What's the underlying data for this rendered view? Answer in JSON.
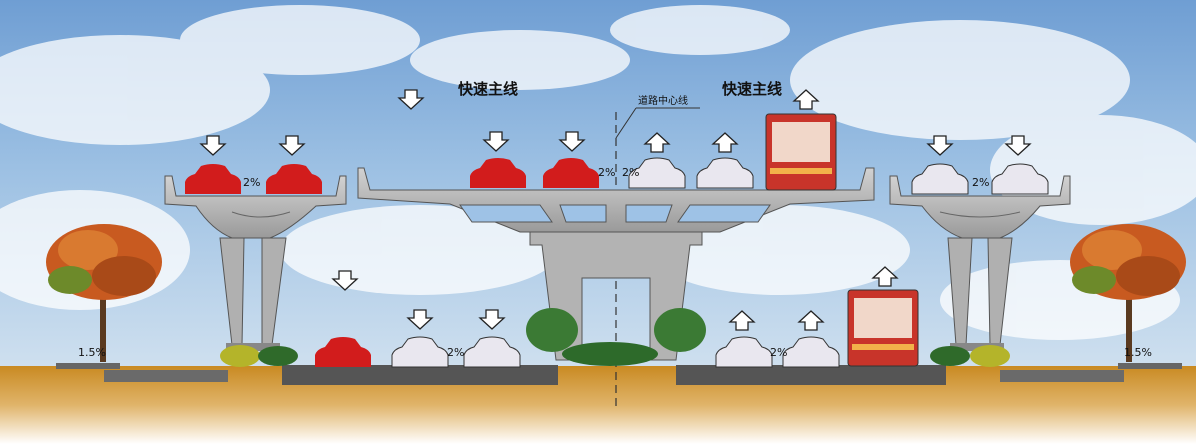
{
  "labels": {
    "expressway_left": "快速主线",
    "expressway_right": "快速主线",
    "centerline": "道路中心线"
  },
  "slopes": {
    "left_ramp": "2%",
    "main_left": "2%",
    "main_right": "2%",
    "right_ramp": "2%",
    "ground_left": "2%",
    "ground_right": "2%",
    "sidewalk_left": "1.5%",
    "sidewalk_right": "1.5%"
  },
  "colors": {
    "sky": "#8fb7df",
    "concrete": "#b9b9b9",
    "soil": "#d49a2f",
    "red_car": "#d21c1c",
    "white_car": "#e9e7ef",
    "bus": "#c8342a",
    "foliage": "#c85a20"
  },
  "icons": {
    "direction_down": "arrow-down-outline",
    "direction_up": "arrow-up-outline",
    "vehicle": "car",
    "bus": "bus",
    "tree": "tree",
    "shrub": "shrub"
  }
}
